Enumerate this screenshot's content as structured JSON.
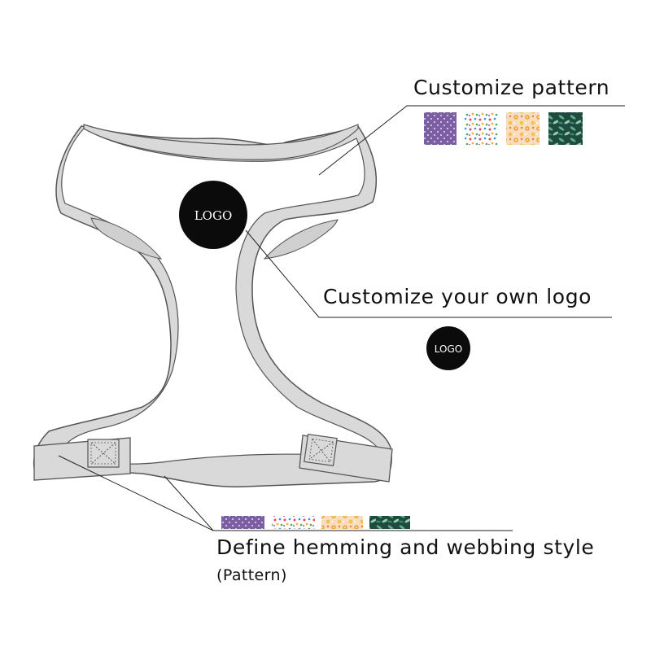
{
  "labels": {
    "customize_pattern": "Customize pattern",
    "customize_logo": "Customize your own logo",
    "define_hemming": "Define hemming and webbing style",
    "define_hemming_sub": "(Pattern)"
  },
  "logo_badges": {
    "on_harness": "LOGO",
    "sample": "LOGO"
  },
  "pattern_swatches": [
    "purple-polka-dot",
    "multicolor-floral",
    "peach-flower",
    "tropical-leaf"
  ],
  "colors": {
    "outline": "#555555",
    "trim": "#d9d9d9",
    "mesh": "#cfcfcf",
    "badge": "#0b0b0b",
    "swatch_purple": "#7b5ea3",
    "swatch_floral": "#e24b5b",
    "swatch_peach": "#f4c89a",
    "swatch_tropical": "#2f6f5c"
  }
}
